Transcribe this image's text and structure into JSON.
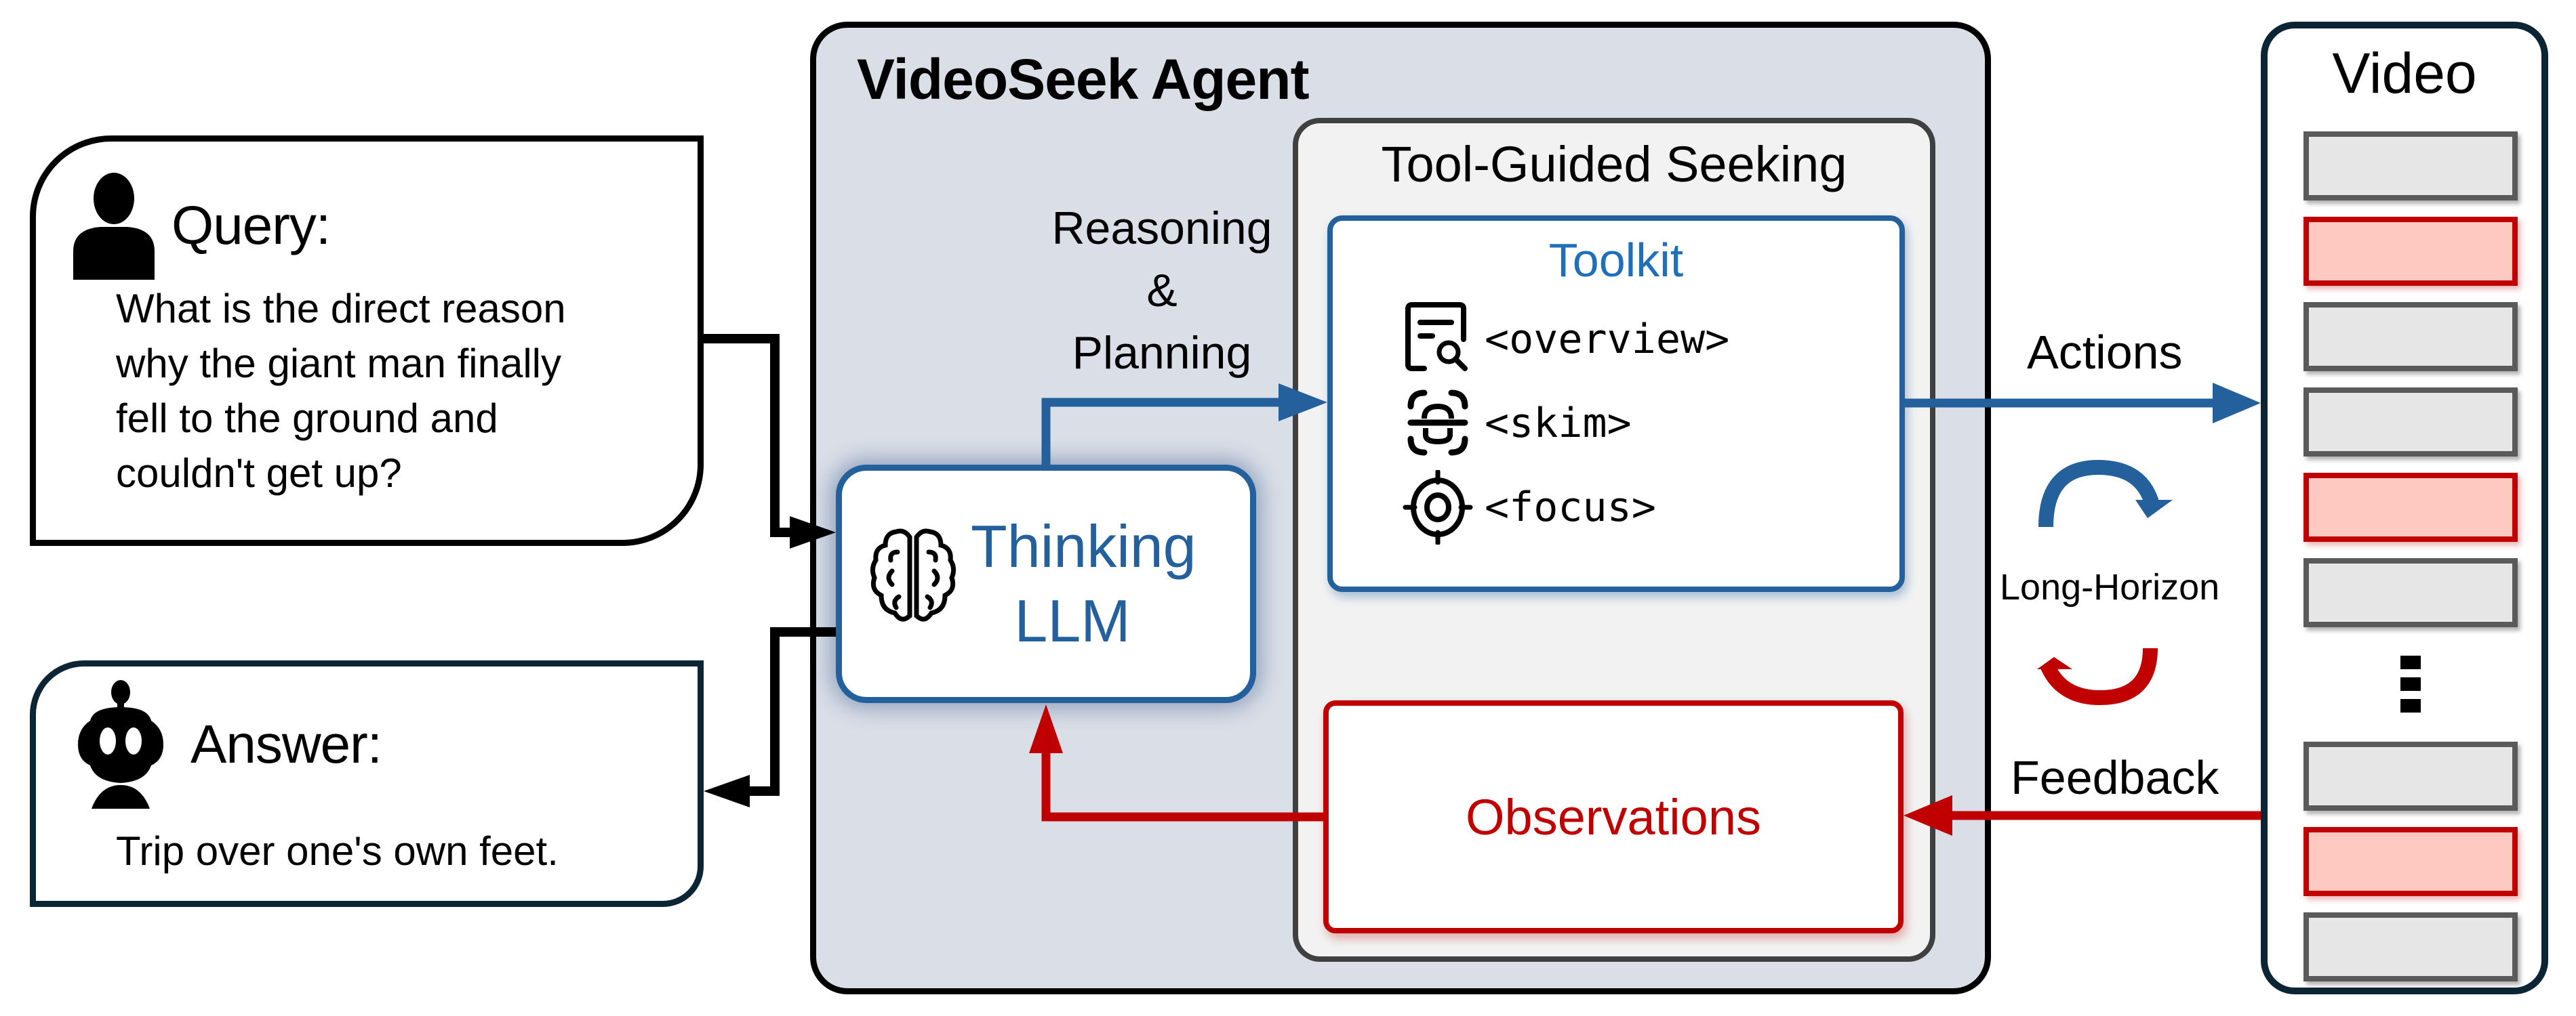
{
  "query": {
    "icon": "person-icon",
    "label": "Query:",
    "text_lines": [
      "What is the direct reason",
      "why the giant man finally",
      "fell to the ground and",
      "couldn't get up?"
    ]
  },
  "answer": {
    "icon": "robot-icon",
    "label": "Answer:",
    "text": "Trip over one's own feet."
  },
  "agent": {
    "title": "VideoSeek Agent",
    "reasoning_lines": [
      "Reasoning",
      "&",
      "Planning"
    ],
    "llm": {
      "icon": "brain-icon",
      "line1": "Thinking",
      "line2": "LLM"
    },
    "tool_guided": {
      "title": "Tool-Guided Seeking",
      "toolkit": {
        "title": "Toolkit",
        "tools": [
          {
            "icon": "document-search-icon",
            "label": "<overview>"
          },
          {
            "icon": "scan-icon",
            "label": "<skim>"
          },
          {
            "icon": "target-icon",
            "label": "<focus>"
          }
        ]
      },
      "observations": "Observations"
    }
  },
  "edges": {
    "actions": "Actions",
    "long_horizon": "Long-Horizon",
    "feedback": "Feedback"
  },
  "video": {
    "title": "Video",
    "frames_top": [
      "normal",
      "highlighted",
      "normal",
      "normal",
      "highlighted",
      "normal"
    ],
    "ellipsis": "⋮",
    "frames_bottom": [
      "normal",
      "highlighted",
      "normal"
    ]
  },
  "colors": {
    "blue": "#23609c",
    "toolkit_title": "#1f6fb9",
    "red": "#c00000",
    "agent_bg": "#d9dee7",
    "tool_guided_bg": "#f2f2f2",
    "frame_normal": "#e6e6e6",
    "frame_highlight": "#fdc9c1"
  }
}
